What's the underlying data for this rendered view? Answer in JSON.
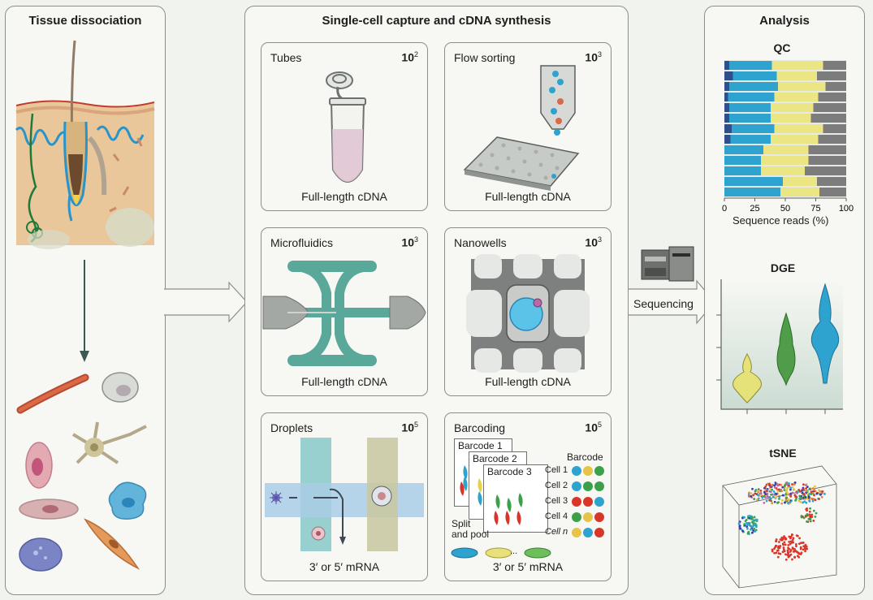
{
  "panels": {
    "tissue": {
      "title": "Tissue dissociation"
    },
    "capture": {
      "title": "Single-cell capture and cDNA synthesis"
    },
    "analysis": {
      "title": "Analysis"
    }
  },
  "cards": [
    {
      "title": "Tubes",
      "base": "10",
      "exp": "2",
      "footer": "Full-length cDNA"
    },
    {
      "title": "Flow sorting",
      "base": "10",
      "exp": "3",
      "footer": "Full-length cDNA"
    },
    {
      "title": "Microfluidics",
      "base": "10",
      "exp": "3",
      "footer": "Full-length cDNA"
    },
    {
      "title": "Nanowells",
      "base": "10",
      "exp": "3",
      "footer": "Full-length cDNA"
    },
    {
      "title": "Droplets",
      "base": "10",
      "exp": "5",
      "footer": "3′ or 5′ mRNA"
    },
    {
      "title": "Barcoding",
      "base": "10",
      "exp": "5",
      "footer": "3′ or 5′ mRNA"
    }
  ],
  "barcoding": {
    "tags": [
      "Barcode 1",
      "Barcode 2",
      "Barcode 3"
    ],
    "legend_title": "Barcode",
    "cells": [
      "Cell 1",
      "Cell 2",
      "Cell 3",
      "Cell 4",
      "Cell n"
    ],
    "split_pool": [
      "Split",
      "and pool"
    ],
    "ellipsis": "..."
  },
  "sequencing": {
    "label": "Sequencing"
  },
  "qc": {
    "title": "QC",
    "xlabel": "Sequence reads (%)",
    "ticks": [
      "0",
      "25",
      "50",
      "75",
      "100"
    ]
  },
  "dge": {
    "title": "DGE"
  },
  "tsne": {
    "title": "tSNE"
  },
  "chart_data": {
    "type": "bar",
    "orientation": "horizontal",
    "stacked": true,
    "title": "QC",
    "xlabel": "Sequence reads (%)",
    "ylabel": "",
    "xlim": [
      0,
      100
    ],
    "rows": 13,
    "series": [
      {
        "color": "#2f4f8c",
        "values": [
          4,
          7,
          4,
          3,
          4,
          4,
          6,
          5,
          0,
          0,
          0,
          0,
          0
        ]
      },
      {
        "color": "#2fa3cf",
        "values": [
          35,
          36,
          40,
          38,
          34,
          34,
          35,
          33,
          32,
          30,
          30,
          48,
          46
        ]
      },
      {
        "color": "#ece584",
        "values": [
          42,
          33,
          39,
          36,
          35,
          33,
          40,
          39,
          37,
          39,
          36,
          28,
          32
        ]
      },
      {
        "color": "#7c7c7c",
        "values": [
          19,
          24,
          17,
          23,
          27,
          29,
          19,
          23,
          31,
          31,
          34,
          24,
          22
        ]
      }
    ]
  }
}
